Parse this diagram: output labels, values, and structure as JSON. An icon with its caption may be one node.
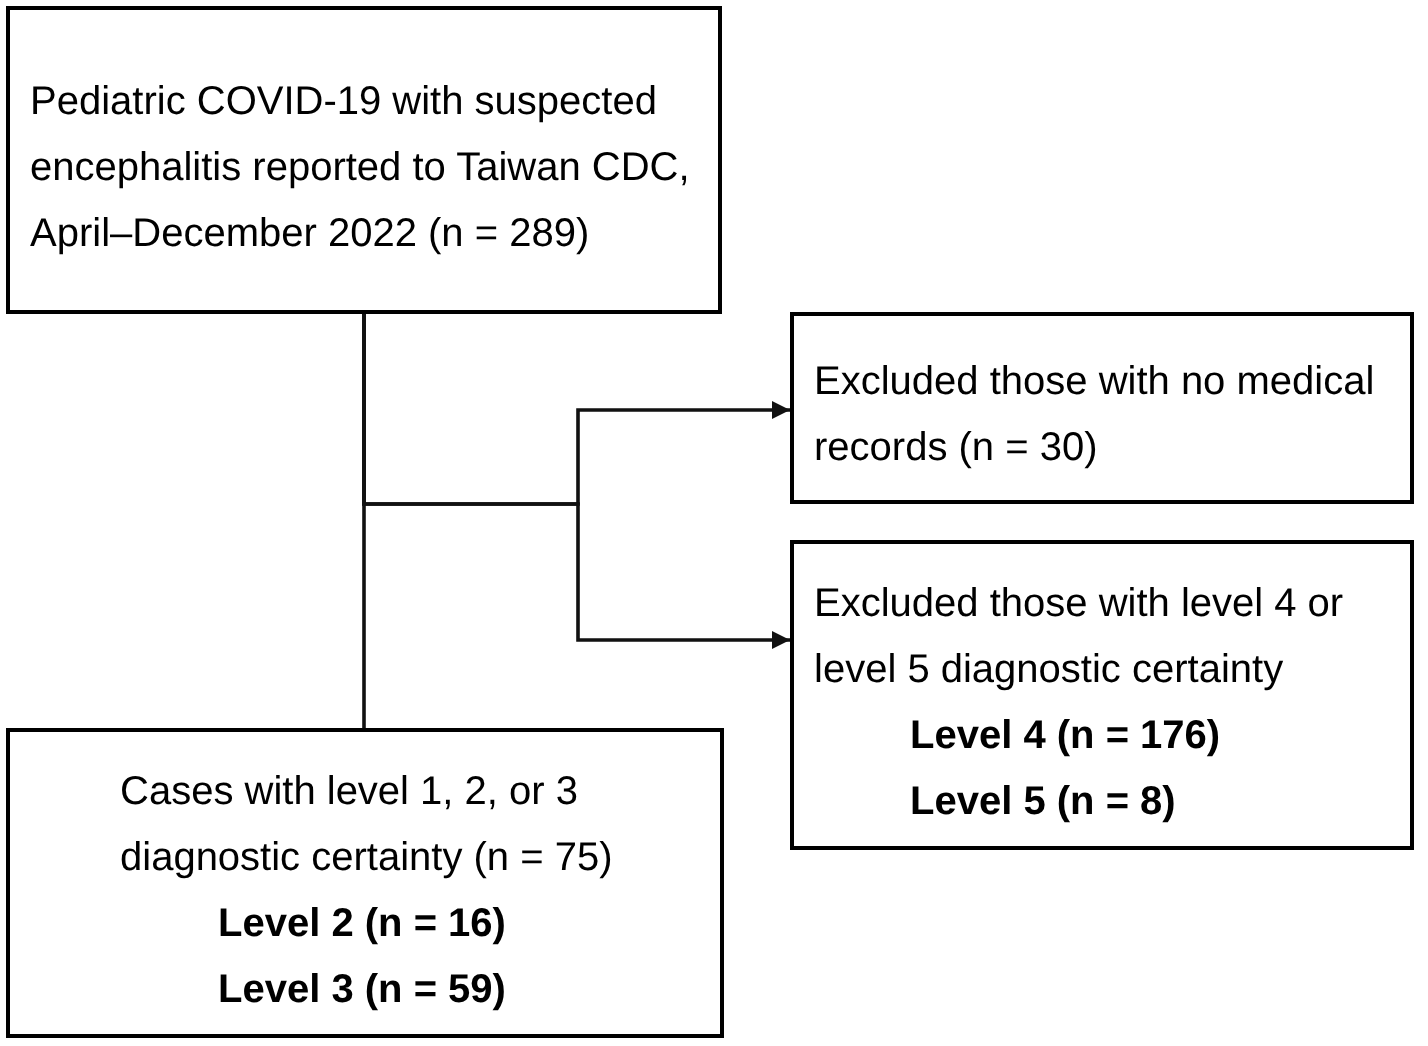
{
  "diagram": {
    "nodes": [
      {
        "text": [
          "Pediatric COVID-19 with suspected encephalitis reported to Taiwan CDC, April–December 2022 (n = 289)"
        ]
      },
      {
        "text": [
          "Excluded those with no medical records (n = 30)"
        ]
      },
      {
        "text": [
          "Excluded those with level 4 or level 5 diagnostic certainty",
          "Level 4 (n = 176)",
          "Level 5 (n = 8)"
        ]
      },
      {
        "text": [
          "Cases with level 1, 2, or 3 diagnostic certainty (n = 75)",
          "Level 2 (n = 16)",
          "Level 3 (n = 59)"
        ]
      }
    ],
    "edges": [
      {
        "from": 0,
        "to": 1,
        "arrow": "to"
      },
      {
        "from": 0,
        "to": 2,
        "arrow": "to"
      },
      {
        "from": 0,
        "to": 3,
        "arrow": "none"
      }
    ]
  }
}
